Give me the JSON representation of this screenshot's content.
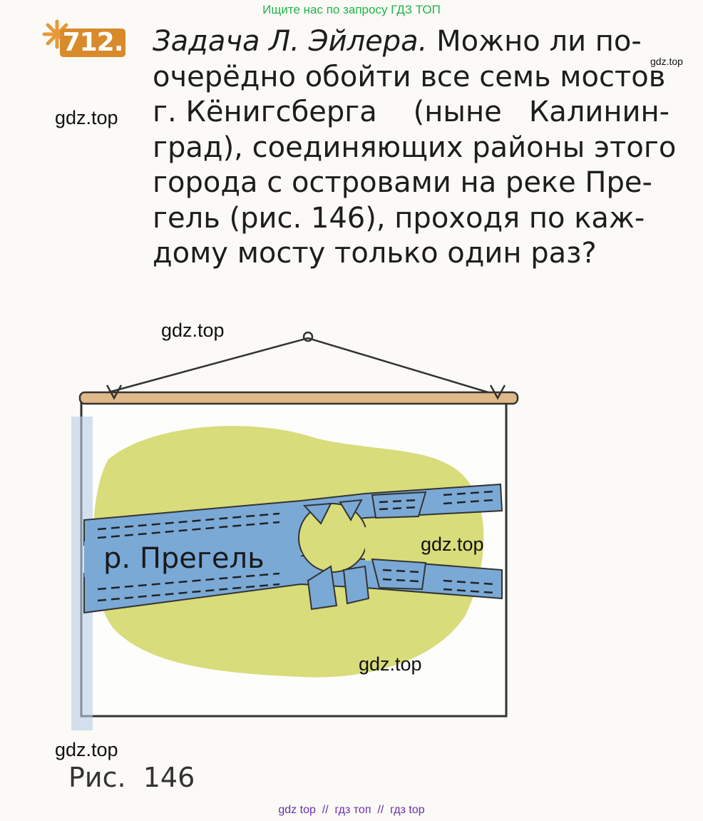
{
  "banner": "Ищите нас по запросу ГДЗ ТОП",
  "task": {
    "number": "712.",
    "lines": [
      "Задача Л. Эйлера.",
      " Можно ли по-",
      "очерёдно обойти все семь мостов",
      "г. Кёнигсберга    (ныне   Калинин-",
      "град), соединяющих районы этого",
      "города с островами на реке Пре-",
      "гель (рис. 146), проходя по каж-",
      "дому мосту только один раз?"
    ]
  },
  "watermarks": {
    "top_right": "gdz.top",
    "left_upper": "gdz.top",
    "above_figure": "gdz.top",
    "figure_right": "gdz.top",
    "figure_bottom": "gdz.top",
    "below_figure": "gdz.top"
  },
  "figure": {
    "river_label": "р. Прегель",
    "caption": "Рис.  146",
    "colors": {
      "land": "#d8dc7a",
      "water": "#7aa9d6",
      "poster": "#fdfdfb",
      "rod": "#e0b98a"
    }
  },
  "footer": "gdz top  //  гдз топ  //  гдз top"
}
